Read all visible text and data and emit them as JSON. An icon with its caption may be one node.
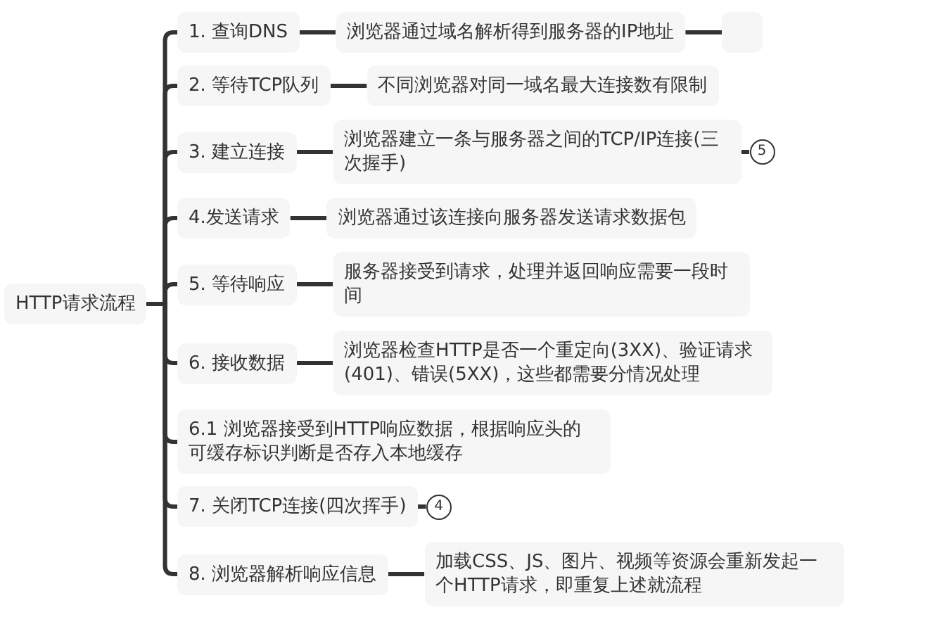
{
  "diagram": {
    "nodes": [
      {
        "text": [
          "HTTP请求流程"
        ]
      },
      {
        "text": [
          "1. 查询DNS"
        ]
      },
      {
        "text": [
          "浏览器通过域名解析得到服务器的IP地址"
        ]
      },
      {
        "text": [],
        "shape": "box"
      },
      {
        "text": [
          "2. 等待TCP队列"
        ]
      },
      {
        "text": [
          "不同浏览器对同一域名最大连接数有限制"
        ]
      },
      {
        "text": [
          "3. 建立连接"
        ]
      },
      {
        "text": [
          "浏览器建立一条与服务器之间的TCP/IP连接(三次握手)"
        ]
      },
      {
        "text": [
          "5"
        ]
      },
      {
        "text": [
          "4.发送请求"
        ]
      },
      {
        "text": [
          "浏览器通过该连接向服务器发送请求数据包"
        ]
      },
      {
        "text": [
          "5. 等待响应"
        ]
      },
      {
        "text": [
          "服务器接受到请求，处理并返回响应需要一段时间"
        ]
      },
      {
        "text": [
          "6. 接收数据"
        ]
      },
      {
        "text": [
          "浏览器检查HTTP是否一个重定向(3XX)、验证请求(401)、错误(5XX)，这些都需要分情况处理"
        ]
      },
      {
        "text": [
          "6.1 浏览器接受到HTTP响应数据，根据响应头的可缓存标识判断是否存入本地缓存"
        ]
      },
      {
        "text": [
          "7. 关闭TCP连接(四次挥手)"
        ]
      },
      {
        "text": [
          "4"
        ]
      },
      {
        "text": [
          "8. 浏览器解析响应信息"
        ]
      },
      {
        "text": [
          "加载CSS、JS、图片、视频等资源会重新发起一个HTTP请求，即重复上述就流程"
        ]
      }
    ],
    "edges": [
      {
        "from": 0,
        "to": 1,
        "arrow": "none"
      },
      {
        "from": 0,
        "to": 4,
        "arrow": "none"
      },
      {
        "from": 0,
        "to": 6,
        "arrow": "none"
      },
      {
        "from": 0,
        "to": 9,
        "arrow": "none"
      },
      {
        "from": 0,
        "to": 11,
        "arrow": "none"
      },
      {
        "from": 0,
        "to": 13,
        "arrow": "none"
      },
      {
        "from": 0,
        "to": 15,
        "arrow": "none"
      },
      {
        "from": 0,
        "to": 16,
        "arrow": "none"
      },
      {
        "from": 0,
        "to": 18,
        "arrow": "none"
      },
      {
        "from": 1,
        "to": 2,
        "arrow": "none"
      },
      {
        "from": 2,
        "to": 3,
        "arrow": "none"
      },
      {
        "from": 4,
        "to": 5,
        "arrow": "none"
      },
      {
        "from": 6,
        "to": 7,
        "arrow": "none"
      },
      {
        "from": 7,
        "to": 8,
        "arrow": "none"
      },
      {
        "from": 9,
        "to": 10,
        "arrow": "none"
      },
      {
        "from": 11,
        "to": 12,
        "arrow": "none"
      },
      {
        "from": 13,
        "to": 14,
        "arrow": "none"
      },
      {
        "from": 16,
        "to": 17,
        "arrow": "none"
      },
      {
        "from": 18,
        "to": 19,
        "arrow": "none"
      }
    ]
  }
}
